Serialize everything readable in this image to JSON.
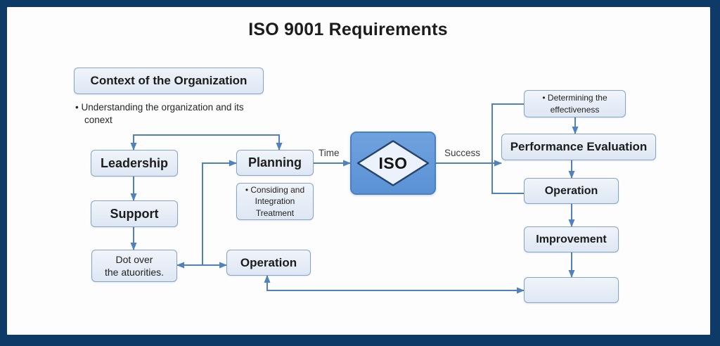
{
  "title": "ISO 9001 Requirements",
  "edge_labels": {
    "time": "Time",
    "success": "Success"
  },
  "nodes": {
    "context": {
      "label": "Context of the Organization"
    },
    "context_note": {
      "line1": "• Understanding the organization and its",
      "line2": "conext"
    },
    "leadership": {
      "label": "Leadership"
    },
    "support": {
      "label": "Support"
    },
    "dot_over_authorities": {
      "line1": "Dot over",
      "line2": "the atuorities."
    },
    "planning": {
      "label": "Planning"
    },
    "considering": {
      "line1": "• Considing and",
      "line2": "Integration",
      "line3": "Treatment"
    },
    "operation_left": {
      "label": "Operation"
    },
    "iso": {
      "label": "ISO"
    },
    "determining": {
      "line1": "• Determining the",
      "line2": "effectiveness"
    },
    "performance_evaluation": {
      "label": "Performance Evaluation"
    },
    "operation_right": {
      "label": "Operation"
    },
    "improvement": {
      "label": "Improvement"
    },
    "unlabeled": {
      "label": ""
    }
  },
  "colors": {
    "frame": "#0e3a67",
    "canvas": "#fdfdfd",
    "arrow": "#4f81bd",
    "node_fill": "#dfe8f4",
    "node_border": "#87a3c6",
    "iso_fill": "#5b92d5",
    "iso_border": "#4a80c0",
    "diamond_fill": "#ebf2fb",
    "diamond_border": "#26436e",
    "text": "#1c1c1c"
  }
}
